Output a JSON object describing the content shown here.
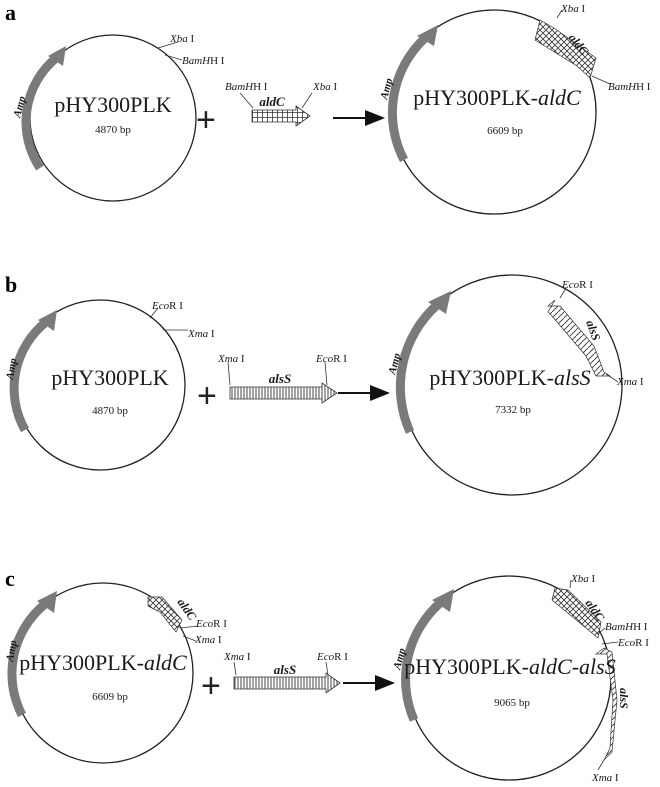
{
  "panels": {
    "a": {
      "letter": "a",
      "vector": {
        "name": "pHY300PLK",
        "size": "4870 bp",
        "site1": "Xba",
        "site2": "BamH"
      },
      "insert": {
        "gene": "aldC",
        "left_site": "BamH",
        "right_site": "Xba"
      },
      "product": {
        "name_prefix": "pHY300PLK-",
        "name_gene": "aldC",
        "size": "6609 bp",
        "site1": "Xba",
        "site2": "BamH"
      }
    },
    "b": {
      "letter": "b",
      "vector": {
        "name": "pHY300PLK",
        "size": "4870 bp",
        "site1": "Eco",
        "site2": "Xma"
      },
      "insert": {
        "gene": "alsS",
        "left_site": "Xma",
        "right_site": "Eco"
      },
      "product": {
        "name_prefix": "pHY300PLK-",
        "name_gene": "alsS",
        "size": "7332 bp",
        "site1": "Eco",
        "site2": "Xma"
      }
    },
    "c": {
      "letter": "c",
      "vector": {
        "name_prefix": "pHY300PLK-",
        "name_gene": "aldC",
        "size": "6609 bp",
        "site1": "Eco",
        "site2": "Xma"
      },
      "insert": {
        "gene": "alsS",
        "left_site": "Xma",
        "right_site": "Eco"
      },
      "product": {
        "name_prefix": "pHY300PLK-",
        "name_gene": "aldC-alsS",
        "size": "9065 bp",
        "site1": "Xba",
        "site2": "BamH",
        "site3": "Eco",
        "site4": "Xma"
      }
    }
  },
  "common": {
    "amp": "Amp",
    "plus": "+",
    "site_suffix_roman": "I",
    "site_suffix_capital": "H I",
    "eco_suffix": "R I",
    "gene_in_vector_c": "aldC",
    "gene_in_product_a": "aldC",
    "gene_in_product_b": "alsS",
    "genes_in_product_c": [
      "aldC",
      "alsS"
    ]
  }
}
